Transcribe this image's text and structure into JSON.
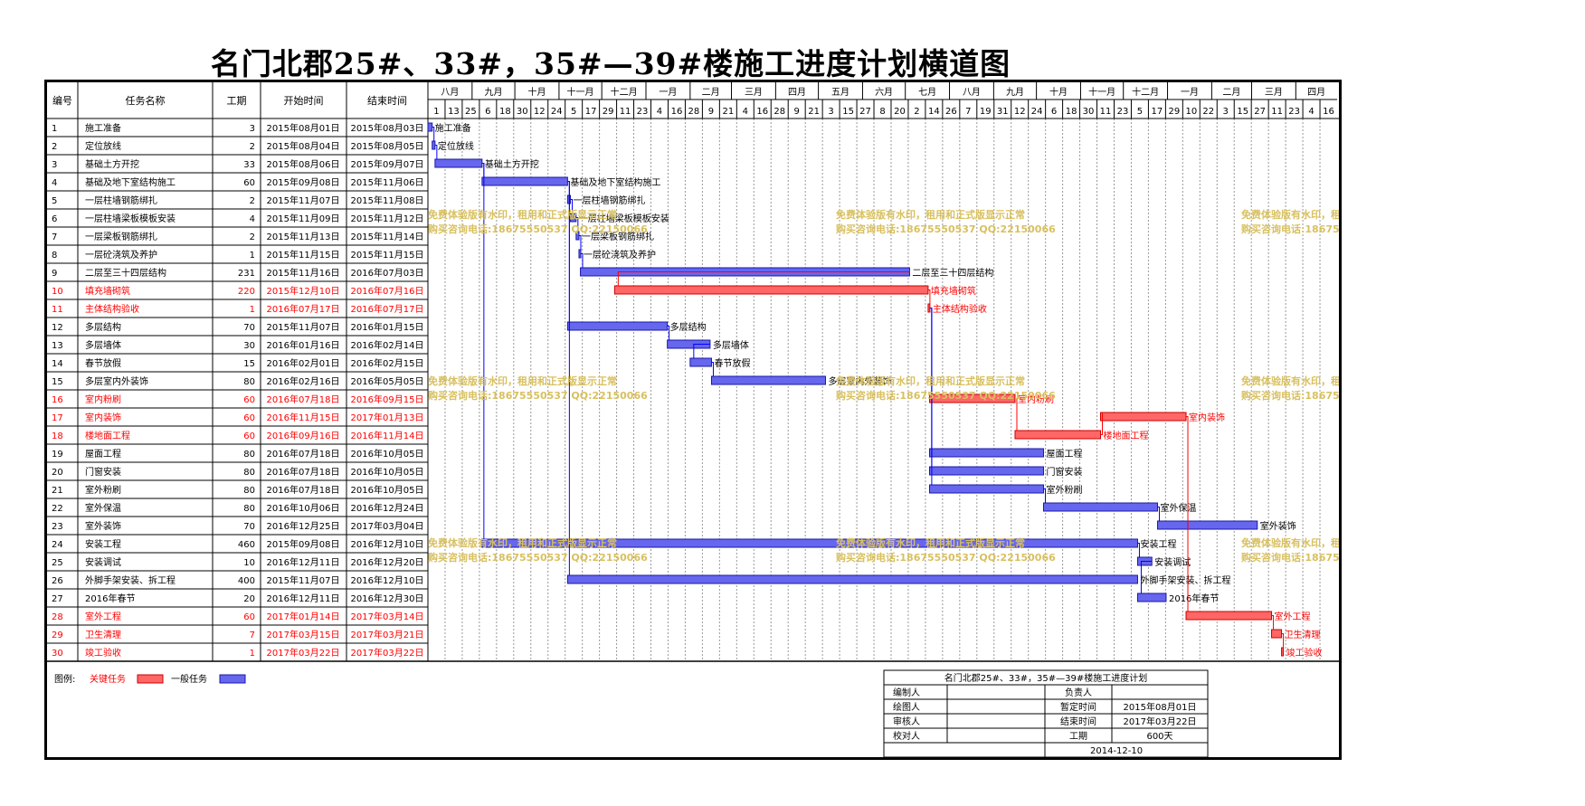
{
  "title": "名门北郡25#、33#，35#—39#楼施工进度计划横道图",
  "headers": {
    "id": "编号",
    "name": "任务名称",
    "dur": "工期",
    "start": "开始时间",
    "end": "结束时间"
  },
  "months": [
    "八月",
    "九月",
    "十月",
    "十一月",
    "十二月",
    "一月",
    "二月",
    "三月",
    "四月",
    "五月",
    "六月",
    "七月",
    "八月",
    "九月",
    "十月",
    "十一月",
    "十二月",
    "一月",
    "二月",
    "三月",
    "四月"
  ],
  "days": [
    "1",
    "13",
    "25",
    "6",
    "18",
    "30",
    "12",
    "24",
    "5",
    "17",
    "29",
    "11",
    "23",
    "4",
    "16",
    "28",
    "9",
    "21",
    "4",
    "16",
    "28",
    "9",
    "21",
    "3",
    "15",
    "27",
    "8",
    "20",
    "2",
    "14",
    "26",
    "7",
    "19",
    "31",
    "12",
    "24",
    "6",
    "18",
    "30",
    "11",
    "23",
    "5",
    "17",
    "29",
    "10",
    "22",
    "3",
    "15",
    "27",
    "11",
    "23",
    "4",
    "16"
  ],
  "tasks": [
    {
      "id": "1",
      "name": "施工准备",
      "dur": "3",
      "start": "2015年08月01日",
      "end": "2015年08月03日",
      "critical": false,
      "label": "施工准备"
    },
    {
      "id": "2",
      "name": "定位放线",
      "dur": "2",
      "start": "2015年08月04日",
      "end": "2015年08月05日",
      "critical": false,
      "label": "定位放线"
    },
    {
      "id": "3",
      "name": "基础土方开挖",
      "dur": "33",
      "start": "2015年08月06日",
      "end": "2015年09月07日",
      "critical": false,
      "label": "基础土方开挖"
    },
    {
      "id": "4",
      "name": "基础及地下室结构施工",
      "dur": "60",
      "start": "2015年09月08日",
      "end": "2015年11月06日",
      "critical": false,
      "label": "基础及地下室结构施工"
    },
    {
      "id": "5",
      "name": "一层柱墙钢筋绑扎",
      "dur": "2",
      "start": "2015年11月07日",
      "end": "2015年11月08日",
      "critical": false,
      "label": "一层柱墙钢筋绑扎"
    },
    {
      "id": "6",
      "name": "一层柱墙梁板模板安装",
      "dur": "4",
      "start": "2015年11月09日",
      "end": "2015年11月12日",
      "critical": false,
      "label": "一层柱墙梁板模板安装"
    },
    {
      "id": "7",
      "name": "一层梁板钢筋绑扎",
      "dur": "2",
      "start": "2015年11月13日",
      "end": "2015年11月14日",
      "critical": false,
      "label": "一层梁板钢筋绑扎"
    },
    {
      "id": "8",
      "name": "一层砼浇筑及养护",
      "dur": "1",
      "start": "2015年11月15日",
      "end": "2015年11月15日",
      "critical": false,
      "label": "一层砼浇筑及养护"
    },
    {
      "id": "9",
      "name": "二层至三十四层结构",
      "dur": "231",
      "start": "2015年11月16日",
      "end": "2016年07月03日",
      "critical": false,
      "label": "二层至三十四层结构"
    },
    {
      "id": "10",
      "name": "填充墙砌筑",
      "dur": "220",
      "start": "2015年12月10日",
      "end": "2016年07月16日",
      "critical": true,
      "label": "填充墙砌筑"
    },
    {
      "id": "11",
      "name": "主体结构验收",
      "dur": "1",
      "start": "2016年07月17日",
      "end": "2016年07月17日",
      "critical": true,
      "label": "主体结构验收"
    },
    {
      "id": "12",
      "name": "多层结构",
      "dur": "70",
      "start": "2015年11月07日",
      "end": "2016年01月15日",
      "critical": false,
      "label": "多层结构"
    },
    {
      "id": "13",
      "name": "多层墙体",
      "dur": "30",
      "start": "2016年01月16日",
      "end": "2016年02月14日",
      "critical": false,
      "label": "多层墙体"
    },
    {
      "id": "14",
      "name": "春节放假",
      "dur": "15",
      "start": "2016年02月01日",
      "end": "2016年02月15日",
      "critical": false,
      "label": "春节放假"
    },
    {
      "id": "15",
      "name": "多层室内外装饰",
      "dur": "80",
      "start": "2016年02月16日",
      "end": "2016年05月05日",
      "critical": false,
      "label": "多层室内外装饰"
    },
    {
      "id": "16",
      "name": "室内粉刷",
      "dur": "60",
      "start": "2016年07月18日",
      "end": "2016年09月15日",
      "critical": true,
      "label": "室内粉刷"
    },
    {
      "id": "17",
      "name": "室内装饰",
      "dur": "60",
      "start": "2016年11月15日",
      "end": "2017年01月13日",
      "critical": true,
      "label": "室内装饰"
    },
    {
      "id": "18",
      "name": "楼地面工程",
      "dur": "60",
      "start": "2016年09月16日",
      "end": "2016年11月14日",
      "critical": true,
      "label": "楼地面工程"
    },
    {
      "id": "19",
      "name": "屋面工程",
      "dur": "80",
      "start": "2016年07月18日",
      "end": "2016年10月05日",
      "critical": false,
      "label": "屋面工程"
    },
    {
      "id": "20",
      "name": "门窗安装",
      "dur": "80",
      "start": "2016年07月18日",
      "end": "2016年10月05日",
      "critical": false,
      "label": "门窗安装"
    },
    {
      "id": "21",
      "name": "室外粉刷",
      "dur": "80",
      "start": "2016年07月18日",
      "end": "2016年10月05日",
      "critical": false,
      "label": "室外粉刷"
    },
    {
      "id": "22",
      "name": "室外保温",
      "dur": "80",
      "start": "2016年10月06日",
      "end": "2016年12月24日",
      "critical": false,
      "label": "室外保温"
    },
    {
      "id": "23",
      "name": "室外装饰",
      "dur": "70",
      "start": "2016年12月25日",
      "end": "2017年03月04日",
      "critical": false,
      "label": "室外装饰"
    },
    {
      "id": "24",
      "name": "安装工程",
      "dur": "460",
      "start": "2015年09月08日",
      "end": "2016年12月10日",
      "critical": false,
      "label": "安装工程"
    },
    {
      "id": "25",
      "name": "安装调试",
      "dur": "10",
      "start": "2016年12月11日",
      "end": "2016年12月20日",
      "critical": false,
      "label": "安装调试"
    },
    {
      "id": "26",
      "name": "外脚手架安装、拆工程",
      "dur": "400",
      "start": "2015年11月07日",
      "end": "2016年12月10日",
      "critical": false,
      "label": "外脚手架安装、拆工程"
    },
    {
      "id": "27",
      "name": "2016年春节",
      "dur": "20",
      "start": "2016年12月11日",
      "end": "2016年12月30日",
      "critical": false,
      "label": "2016年春节"
    },
    {
      "id": "28",
      "name": "室外工程",
      "dur": "60",
      "start": "2017年01月14日",
      "end": "2017年03月14日",
      "critical": true,
      "label": "室外工程"
    },
    {
      "id": "29",
      "name": "卫生清理",
      "dur": "7",
      "start": "2017年03月15日",
      "end": "2017年03月21日",
      "critical": true,
      "label": "卫生清理"
    },
    {
      "id": "30",
      "name": "竣工验收",
      "dur": "1",
      "start": "2017年03月22日",
      "end": "2017年03月22日",
      "critical": true,
      "label": "竣工验收"
    }
  ],
  "legend": {
    "prefix": "图例:",
    "critical": "关键任务",
    "normal": "一般任务"
  },
  "info": {
    "title": "名门北郡25#、33#，35#—39#楼施工进度计划",
    "editor": "编制人",
    "leader": "负责人",
    "drawer": "绘图人",
    "plan_start_label": "暂定时间",
    "plan_start": "2015年08月01日",
    "reviewer": "审核人",
    "end_label": "结束时间",
    "end": "2017年03月22日",
    "checker": "校对人",
    "dur_label": "工期",
    "dur": "600天",
    "date": "2014-12-10"
  },
  "watermark": {
    "line1": "免费体验版有水印，租用和正式版显示正常",
    "line2": "购买咨询电话:18675550537 QQ:22150066"
  },
  "colors": {
    "critical": "#ff6666",
    "normal": "#6666ee",
    "critical_text": "#ff0000",
    "watermark": "#d8c060",
    "link_blue": "#0000ff",
    "link_red": "#ff0000"
  }
}
